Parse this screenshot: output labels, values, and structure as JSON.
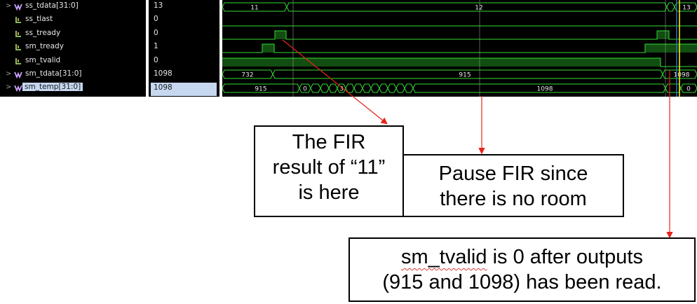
{
  "signals": [
    {
      "name": "ss_tdata[31:0]",
      "value": "13",
      "kind": "bus",
      "expand": ">"
    },
    {
      "name": "ss_tlast",
      "value": "0",
      "kind": "bit",
      "expand": ""
    },
    {
      "name": "ss_tready",
      "value": "0",
      "kind": "bit",
      "expand": ""
    },
    {
      "name": "sm_tready",
      "value": "1",
      "kind": "bit",
      "expand": ""
    },
    {
      "name": "sm_tvalid",
      "value": "0",
      "kind": "bit",
      "expand": ""
    },
    {
      "name": "sm_tdata[31:0]",
      "value": "1098",
      "kind": "bus",
      "expand": ">"
    },
    {
      "name": "sm_temp[31:0]",
      "value": "1098",
      "kind": "bus",
      "expand": ">",
      "selected": true
    }
  ],
  "wave_labels": {
    "ss_tdata": [
      "11",
      "12",
      "13"
    ],
    "sm_tdata": [
      "732",
      "915",
      "1098"
    ],
    "sm_temp": [
      "915",
      "0",
      "3",
      "1098",
      "0"
    ]
  },
  "annotations": {
    "fir_result": [
      "The FIR",
      "result of “11”",
      "is here"
    ],
    "pause_fir": [
      "Pause FIR since",
      "there is no room"
    ],
    "tvalid_note_line1_word": "sm_tvalid",
    "tvalid_note_line1_rest": " is 0 after outputs",
    "tvalid_note_line2": "(915 and 1098) has been read."
  },
  "colors": {
    "wave": "#33dd33",
    "cursor": "#f0f000",
    "marker": "#3a6fd0",
    "arrow": "#e8231b",
    "grid": "#5a5a5a"
  }
}
